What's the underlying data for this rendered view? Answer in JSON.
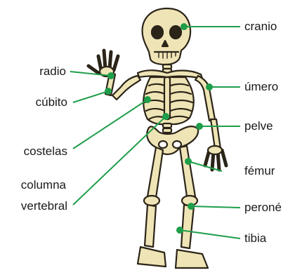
{
  "diagram": {
    "colors": {
      "bone_fill": "#efe4b6",
      "bone_stroke": "#2b2418",
      "leader_line": "#1f9e4a",
      "label_text": "#1a1a1a"
    },
    "labels": {
      "cranio": "cranio",
      "umero": "úmero",
      "pelve": "pelve",
      "femur": "fémur",
      "perone": "peroné",
      "tibia": "tibia",
      "radio": "radio",
      "cubito": "cúbito",
      "costelas": "costelas",
      "columna_line1": "columna",
      "columna_line2": "vertebral"
    }
  }
}
